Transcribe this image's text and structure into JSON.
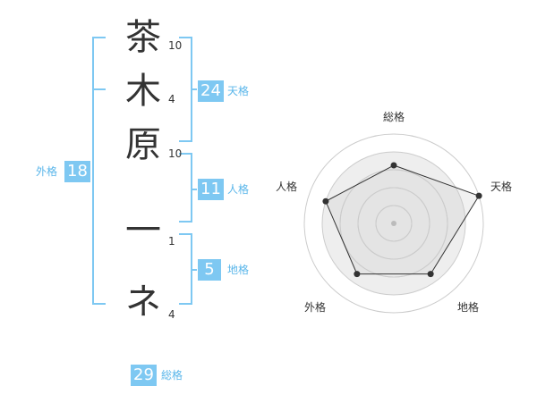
{
  "name_chars": [
    {
      "char": "茶",
      "strokes": "10"
    },
    {
      "char": "木",
      "strokes": "4"
    },
    {
      "char": "原",
      "strokes": "10"
    },
    {
      "char": "一",
      "strokes": "1"
    },
    {
      "char": "ネ",
      "strokes": "4"
    }
  ],
  "kakaku": {
    "tenkaku": {
      "value": "24",
      "label": "天格"
    },
    "jinkaku": {
      "value": "11",
      "label": "人格"
    },
    "chikaku": {
      "value": "5",
      "label": "地格"
    },
    "gaikaku": {
      "value": "18",
      "label": "外格"
    },
    "soukaku": {
      "value": "29",
      "label": "総格"
    }
  },
  "radar": {
    "axes": [
      "総格",
      "天格",
      "地格",
      "外格",
      "人格"
    ],
    "values": [
      0.65,
      1.0,
      0.7,
      0.7,
      0.8
    ],
    "max": 1.0,
    "colors": {
      "fill": "#eeeeee",
      "ring": "#cccccc",
      "line": "#333333",
      "center": "#bbbbbb"
    }
  },
  "colors": {
    "accent": "#7ec8f2",
    "accent_text": "#5ab6ea",
    "bracket": "#7ec8f2"
  }
}
